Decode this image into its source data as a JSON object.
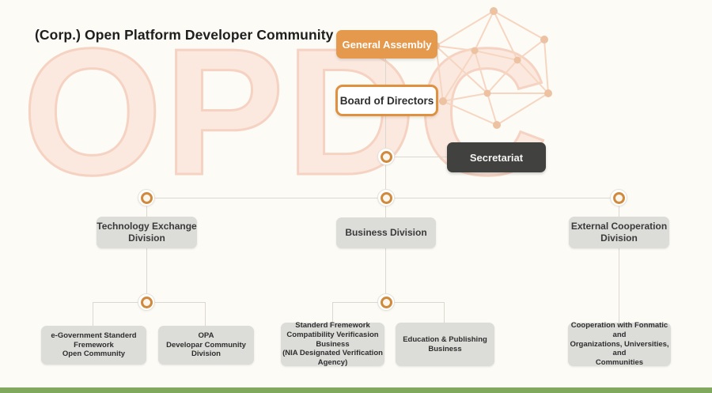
{
  "page": {
    "title": "(Corp.) Open Platform Developer Community",
    "watermark": "OPDC"
  },
  "colors": {
    "accent_orange": "#E5994D",
    "outline_orange": "#E0913F",
    "dark_box": "#414140",
    "gray_box": "#DCDCD9",
    "line": "#DBD8D1",
    "watermark": "#F8DFD3",
    "footer_green": "#80A95D",
    "background": "#FCFBF6"
  },
  "org": {
    "general_assembly": {
      "label": "General Assembly"
    },
    "board_of_directors": {
      "label": "Board of Directors"
    },
    "secretariat": {
      "label": "Secretariat"
    },
    "divisions": [
      {
        "id": "technology-exchange-division",
        "lines": [
          "Technology Exchange",
          "Division"
        ]
      },
      {
        "id": "business-division",
        "lines": [
          "Business Division"
        ]
      },
      {
        "id": "external-cooperation-division",
        "lines": [
          "External Cooperation",
          "Division"
        ]
      }
    ],
    "sub_boxes": [
      {
        "id": "egov-standard-framework-open-community",
        "parent": "technology-exchange-division",
        "lines": [
          "e-Government Standerd Fremework",
          "Open Community"
        ]
      },
      {
        "id": "opa-developer-community-division",
        "parent": "technology-exchange-division",
        "lines": [
          "OPA",
          "Developar Community Division"
        ]
      },
      {
        "id": "standard-framework-compatibility-verification-business",
        "parent": "business-division",
        "lines": [
          "Standerd Fremework",
          "Compatibility Verificasion Business",
          "(NIA Designated Verification Agency)"
        ]
      },
      {
        "id": "education-publishing-business",
        "parent": "business-division",
        "lines": [
          "Education & Publishing Business"
        ]
      },
      {
        "id": "cooperation-formatic-organizations",
        "parent": "external-cooperation-division",
        "lines": [
          "Cooperation with Fonmatic and",
          "Organizations, Universities, and",
          "Communities"
        ]
      }
    ]
  }
}
